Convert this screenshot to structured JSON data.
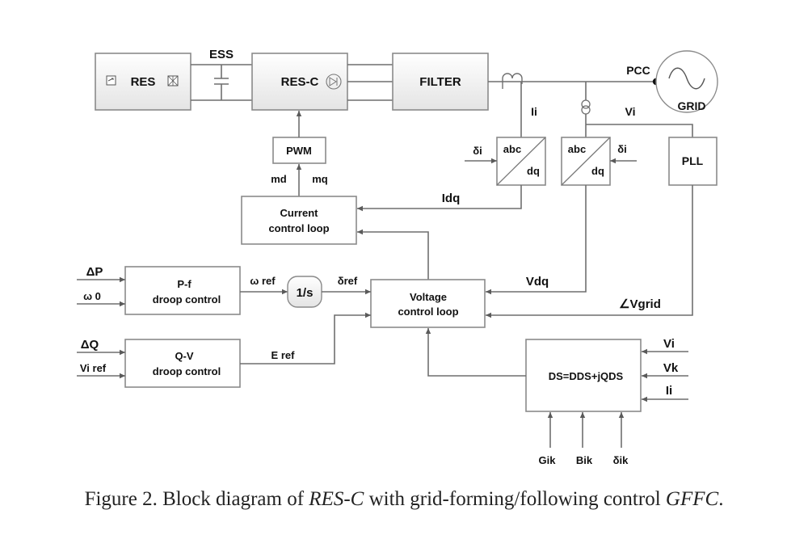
{
  "blocks": {
    "res": "RES",
    "ess": "ESS",
    "res_c": "RES-C",
    "filter": "FILTER",
    "pcc": "PCC",
    "grid": "GRID",
    "pwm": "PWM",
    "current_loop_line1": "Current",
    "current_loop_line2": "control loop",
    "abc_dq_1_top": "abc",
    "abc_dq_1_bottom": "dq",
    "abc_dq_2_top": "abc",
    "abc_dq_2_bottom": "dq",
    "pll": "PLL",
    "pf_line1": "P-f",
    "pf_line2": "droop control",
    "qv_line1": "Q-V",
    "qv_line2": "droop control",
    "integrator": "1/s",
    "voltage_loop_line1": "Voltage",
    "voltage_loop_line2": "control loop",
    "ds_block": "DS=DDS+jQDS"
  },
  "signals": {
    "ii_top": "Ii",
    "vi_top": "Vi",
    "delta_i_1": "δi",
    "delta_i_2": "δi",
    "md": "md",
    "mq": "mq",
    "idq": "Idq",
    "vdq": "Vdq",
    "vgrid": "∠Vgrid",
    "delta_p": "ΔP",
    "omega_0": "ω 0",
    "omega_ref": "ω ref",
    "delta_ref": "δref",
    "delta_q": "ΔQ",
    "vi_ref": "Vi ref",
    "e_ref": "E ref",
    "ds_in_vi": "Vi",
    "ds_in_vk": "Vk",
    "ds_in_ii": "Ii",
    "gik": "Gik",
    "bik": "Bik",
    "delta_ik": "δik"
  },
  "caption": {
    "prefix": "Figure 2. Block diagram of ",
    "italic1": "RES-C",
    "middle": " with grid-forming/following control ",
    "italic2": "GFFC",
    "suffix": "."
  }
}
